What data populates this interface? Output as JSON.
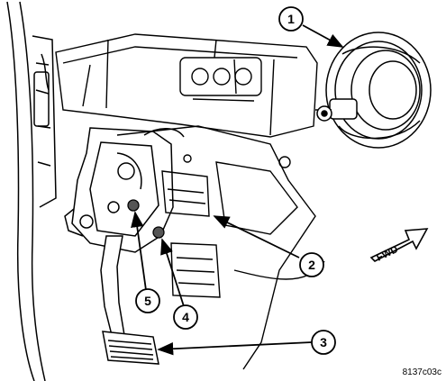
{
  "callouts": [
    {
      "id": "1",
      "label": "1"
    },
    {
      "id": "2",
      "label": "2"
    },
    {
      "id": "3",
      "label": "3"
    },
    {
      "id": "4",
      "label": "4"
    },
    {
      "id": "5",
      "label": "5"
    }
  ],
  "direction_label": "FWD",
  "figure_code": "8137c03c"
}
